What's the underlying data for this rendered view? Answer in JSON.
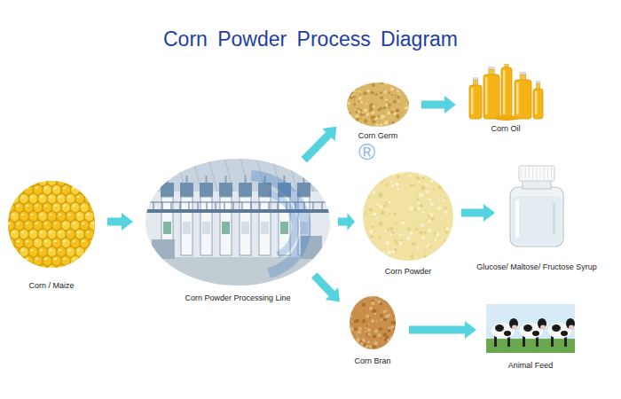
{
  "diagram": {
    "title": "Corn Powder Process Diagram",
    "nodes": [
      {
        "text": [
          "Corn / Maize"
        ]
      },
      {
        "text": [
          "Corn Powder Processing Line"
        ]
      },
      {
        "text": [
          "Corn Germ"
        ]
      },
      {
        "text": [
          "Corn Powder"
        ]
      },
      {
        "text": [
          "Corn Bran"
        ]
      },
      {
        "text": [
          "Corn Oil"
        ]
      },
      {
        "text": [
          "Glucose/ Maltose/ Fructose Syrup"
        ]
      },
      {
        "text": [
          "Animal Feed"
        ]
      }
    ],
    "edges": [
      {
        "from": 0,
        "to": 1,
        "arrow": "to"
      },
      {
        "from": 1,
        "to": 2,
        "arrow": "to"
      },
      {
        "from": 1,
        "to": 3,
        "arrow": "to"
      },
      {
        "from": 1,
        "to": 4,
        "arrow": "to"
      },
      {
        "from": 2,
        "to": 5,
        "arrow": "to"
      },
      {
        "from": 3,
        "to": 6,
        "arrow": "to"
      },
      {
        "from": 4,
        "to": 7,
        "arrow": "to"
      }
    ],
    "labels": [
      "®"
    ]
  }
}
